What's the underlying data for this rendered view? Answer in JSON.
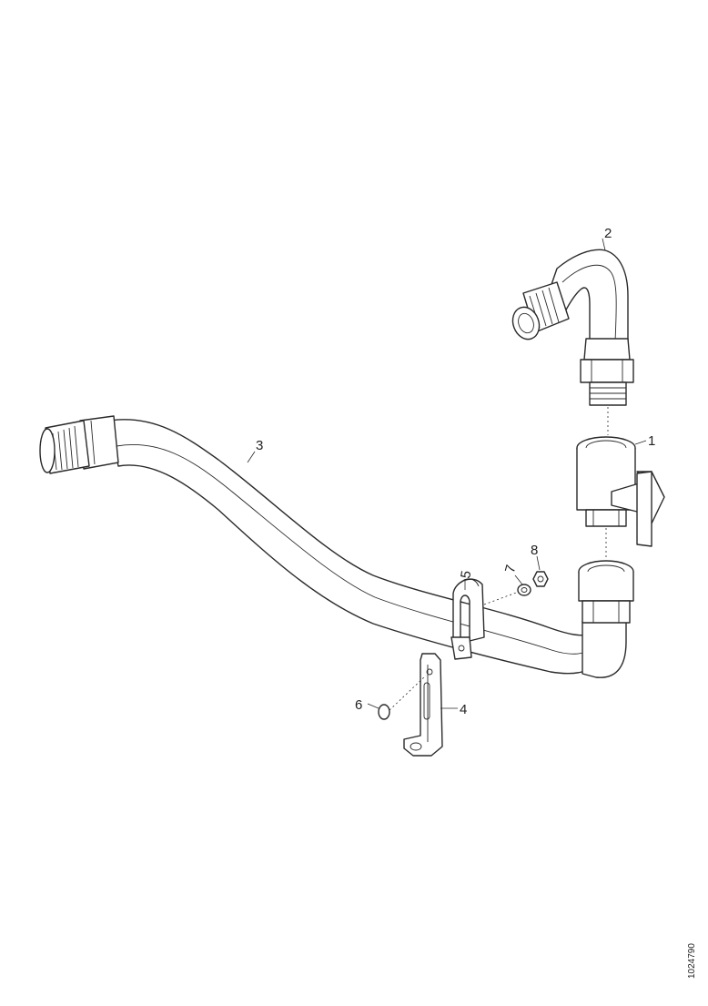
{
  "diagram": {
    "callouts": [
      {
        "id": "p1",
        "label": "1"
      },
      {
        "id": "p2",
        "label": "2"
      },
      {
        "id": "p3",
        "label": "3"
      },
      {
        "id": "p4",
        "label": "4"
      },
      {
        "id": "p5",
        "label": "5"
      },
      {
        "id": "p6",
        "label": "6"
      },
      {
        "id": "p7",
        "label": "7"
      },
      {
        "id": "p8",
        "label": "8"
      }
    ],
    "document_number": "1024790"
  }
}
